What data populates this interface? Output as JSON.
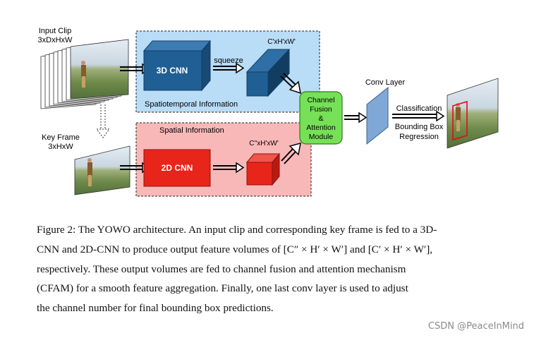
{
  "diagram": {
    "input_clip_label": "Input Clip",
    "input_clip_dims": "3xDxHxW",
    "key_frame_label": "Key Frame",
    "key_frame_dims": "3xHxW",
    "cnn3d_label": "3D CNN",
    "squeeze_label": "squeeze",
    "output_3d_dims": "C'xH'xW'",
    "spatiotemporal_label": "Spatiotemporal Information",
    "spatial_label": "Spatial Information",
    "cnn2d_label": "2D CNN",
    "output_2d_dims": "C''xH'xW'",
    "cfam_lines": [
      "Channel",
      "Fusion",
      "&",
      "Attention",
      "Module"
    ],
    "conv_layer_label": "Conv Layer",
    "classification_label": "Classification",
    "bbox_regression_lines": [
      "Bounding Box",
      "Regression"
    ]
  },
  "caption": {
    "lines": [
      "Figure 2: The YOWO architecture. An input clip and corresponding key frame is fed to a 3D-",
      "CNN and 2D-CNN to produce output feature volumes of [C″ × H′ × W′] and [C′ × H′ × W′],",
      "respectively. These output volumes are fed to channel fusion and attention mechanism",
      "(CFAM) for a smooth feature aggregation. Finally, one last conv layer is used to adjust",
      "the channel number for final bounding box predictions."
    ]
  },
  "watermark": "CSDN @PeaceInMind",
  "colors": {
    "spatiotemporal_bg": "#b9dcf7",
    "spatial_bg": "#f9b8b8",
    "cnn3d": "#1f5f94",
    "cnn2d": "#e8251a",
    "cfam": "#76e057",
    "conv_layer": "#7fa8d6",
    "bbox": "#e01010"
  }
}
